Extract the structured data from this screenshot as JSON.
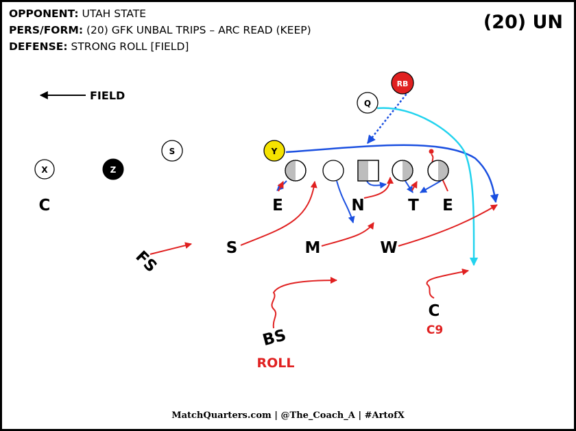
{
  "header": {
    "opponent_label": "OPPONENT:",
    "opponent_value": "UTAH STATE",
    "pers_label": "PERS/FORM:",
    "pers_value": "(20) GFK UNBAL TRIPS – ARC READ (KEEP)",
    "defense_label": "DEFENSE:",
    "defense_value": "STRONG ROLL [FIELD]",
    "formation_code": "(20) UN"
  },
  "field_label": "FIELD",
  "offense": {
    "x": "X",
    "z": "Z",
    "s": "S",
    "y": "Y",
    "q": "Q",
    "rb": "RB"
  },
  "defense": {
    "c_left": "C",
    "fs": "FS",
    "s": "S",
    "m": "M",
    "w": "W",
    "e_left": "E",
    "n": "N",
    "t": "T",
    "e_right": "E",
    "bs": "BS",
    "c_right": "C",
    "roll_note": "ROLL",
    "c9_note": "C9"
  },
  "colors": {
    "offense_route": "#1a4fe0",
    "defense_move": "#e02020",
    "arc_path": "#22d3ee",
    "rb_fill": "#e02020",
    "y_fill": "#f5e300"
  },
  "footer": "MatchQuarters.com | @The_Coach_A | #ArtofX"
}
